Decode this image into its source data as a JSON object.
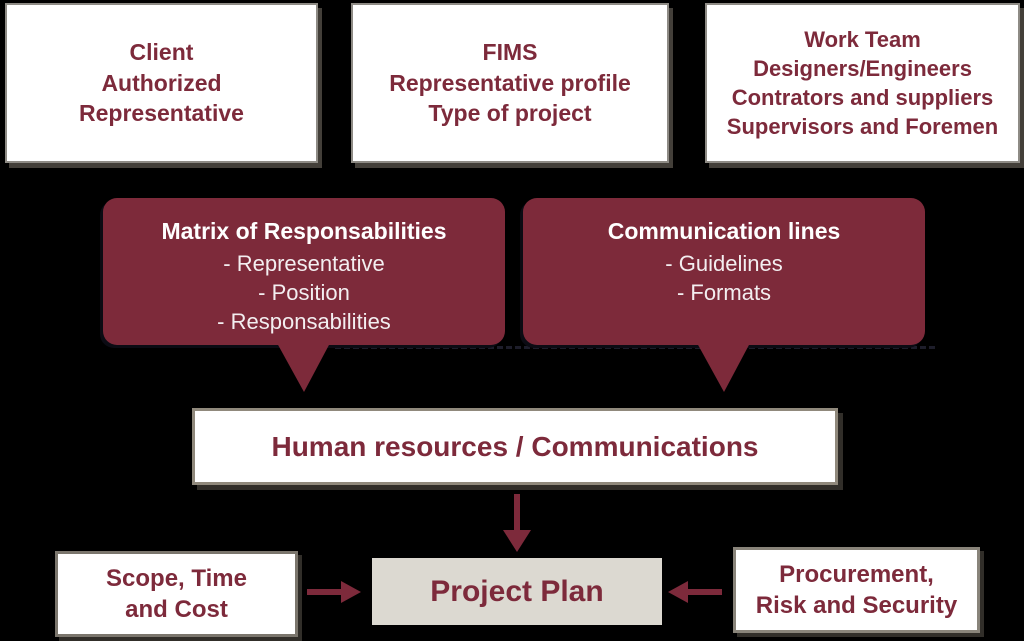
{
  "title": "Project Plan inputs diagram",
  "colors": {
    "background": "#000000",
    "maroon": "#7d2a3b",
    "bubble_fill": "#7d2a3a",
    "bubble_text": "#f3eef0",
    "box_fill": "#ffffff",
    "box_border_gray": "#8e8b85",
    "plan_fill": "#dcd9d1"
  },
  "top_boxes": [
    {
      "id": "client",
      "lines": [
        "Client",
        "Authorized",
        "Representative"
      ]
    },
    {
      "id": "fims",
      "lines": [
        "FIMS",
        "Representative profile",
        "Type of project"
      ]
    },
    {
      "id": "work_team",
      "lines": [
        "Work Team",
        "Designers/Engineers",
        "Contrators and suppliers",
        "Supervisors and Foremen"
      ]
    }
  ],
  "bubbles": [
    {
      "id": "matrix",
      "title": "Matrix of Responsabilities",
      "items": [
        "- Representative",
        "- Position",
        "- Responsabilities"
      ]
    },
    {
      "id": "communication",
      "title": "Communication lines",
      "items": [
        "- Guidelines",
        "- Formats"
      ]
    }
  ],
  "hr_box": {
    "label": "Human resources / Communications"
  },
  "bottom_row": {
    "scope_box": {
      "line1": "Scope, Time",
      "line2": "and Cost"
    },
    "project_plan_box": {
      "label": "Project Plan"
    },
    "procurement_box": {
      "line1": "Procurement,",
      "line2": "Risk and Security"
    }
  },
  "icons": {
    "arrow_down": "down-arrow",
    "arrow_right": "right-arrow",
    "arrow_left": "left-arrow"
  }
}
